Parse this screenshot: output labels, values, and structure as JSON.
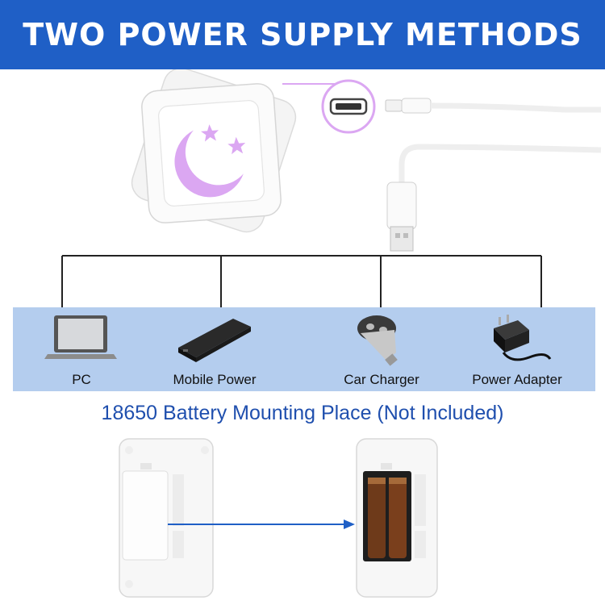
{
  "banner": {
    "title": "TWO POWER SUPPLY METHODS"
  },
  "device": {
    "icon_name": "moon-and-stars-icon",
    "connector": "micro-usb",
    "cable_plug": "usb-a"
  },
  "power_sources": [
    {
      "label": "PC",
      "icon": "laptop-icon"
    },
    {
      "label": "Mobile Power",
      "icon": "power-bank-icon"
    },
    {
      "label": "Car Charger",
      "icon": "car-charger-icon"
    },
    {
      "label": "Power Adapter",
      "icon": "power-adapter-icon"
    }
  ],
  "battery_section": {
    "title": "18650 Battery Mounting Place (Not Included)"
  },
  "colors": {
    "banner": "#1f5fc6",
    "band": "#b4cdee",
    "accent_pink": "#d9a6f0",
    "title_blue": "#1f4fae"
  }
}
